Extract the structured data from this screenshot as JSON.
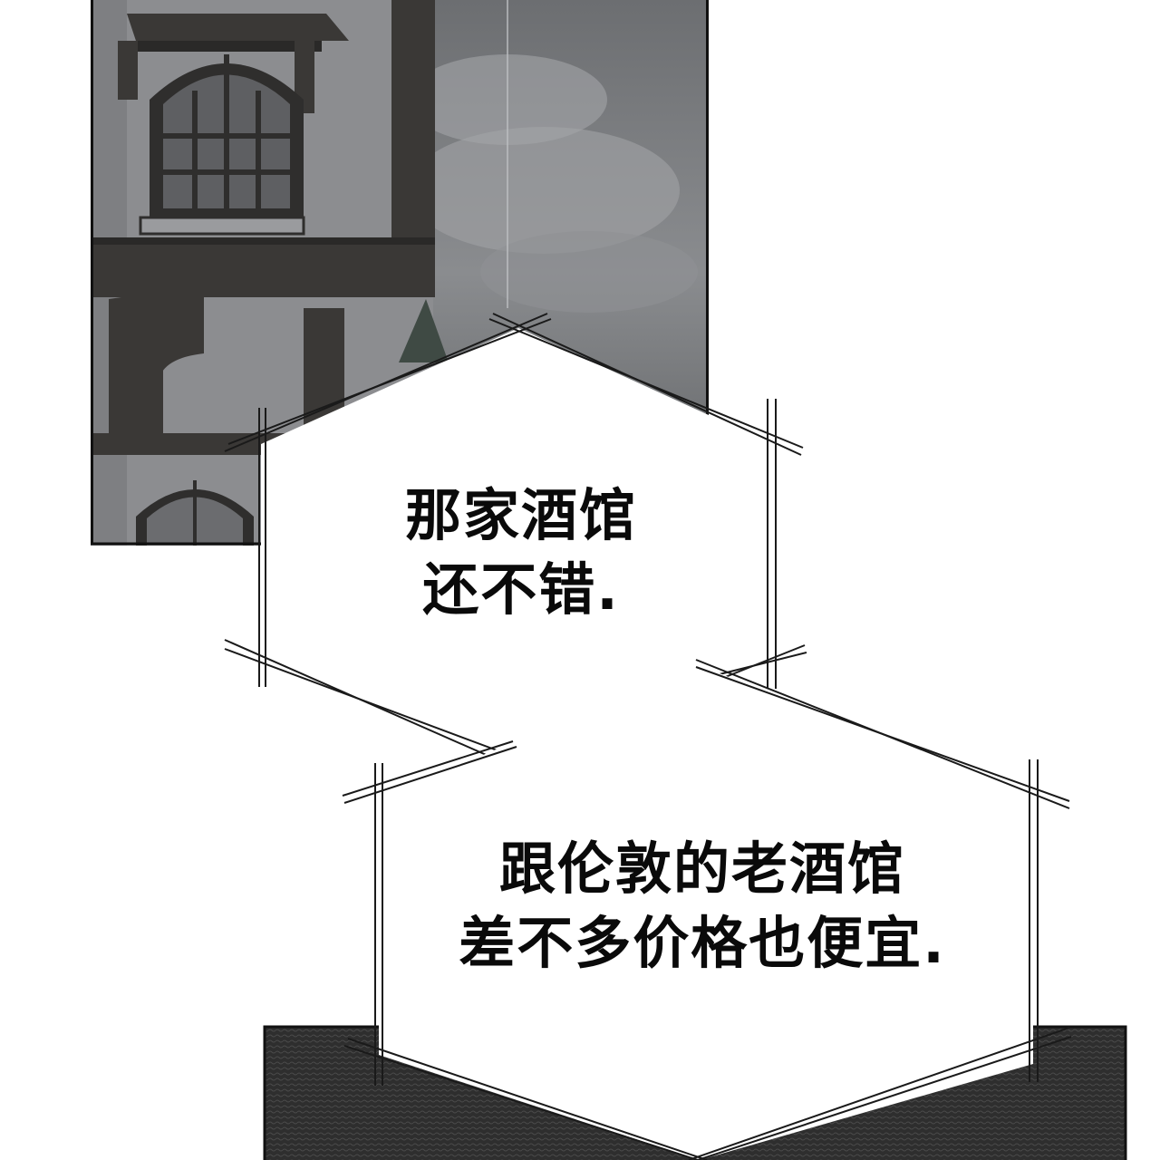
{
  "panel": {
    "bubble_top": {
      "line1": "那家酒馆",
      "line2": "还不错."
    },
    "bubble_bottom": {
      "line1": "跟伦敦的老酒馆",
      "line2": "差不多价格也便宜."
    }
  },
  "colors": {
    "ink": "#0a0a0a",
    "paper": "#ffffff",
    "sky": "#7b7d80",
    "wall": "#8f9093",
    "timber": "#3a3836",
    "dark_ground": "#2a2a2a"
  }
}
